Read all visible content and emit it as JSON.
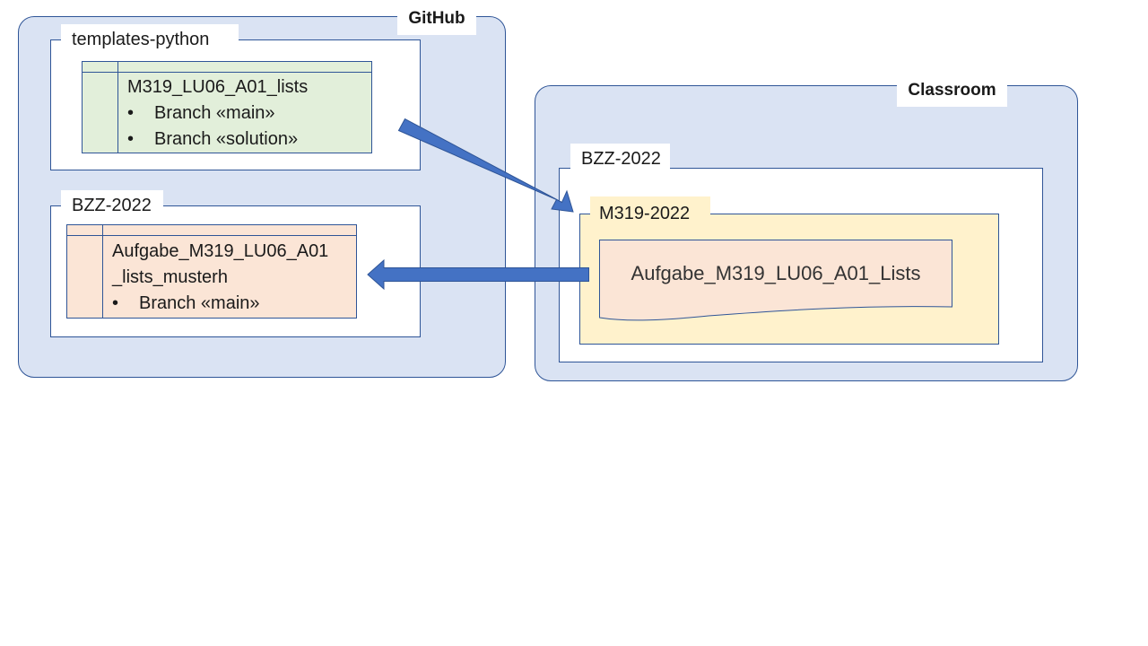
{
  "github": {
    "title": "GitHub",
    "template_org": {
      "title": "templates-python",
      "repo": {
        "name": "M319_LU06_A01_lists",
        "branches": [
          "Branch «main»",
          "Branch «solution»"
        ]
      }
    },
    "class_org": {
      "title": "BZZ-2022",
      "repo": {
        "name_line1": "Aufgabe_M319_LU06_A01",
        "name_line2": "_lists_musterh",
        "branches": [
          "Branch «main»"
        ]
      }
    }
  },
  "classroom": {
    "title": "Classroom",
    "org": {
      "title": "BZZ-2022",
      "course": {
        "title": "M319-2022",
        "assignment": "Aufgabe_M319_LU06_A01_Lists"
      }
    }
  },
  "bullet": "•",
  "colors": {
    "region_fill": "#dae3f3",
    "outline": "#2f5597",
    "arrow": "#4472c4",
    "template_repo": "#e2efda",
    "student_repo": "#fbe5d6",
    "course": "#fff2cc"
  }
}
